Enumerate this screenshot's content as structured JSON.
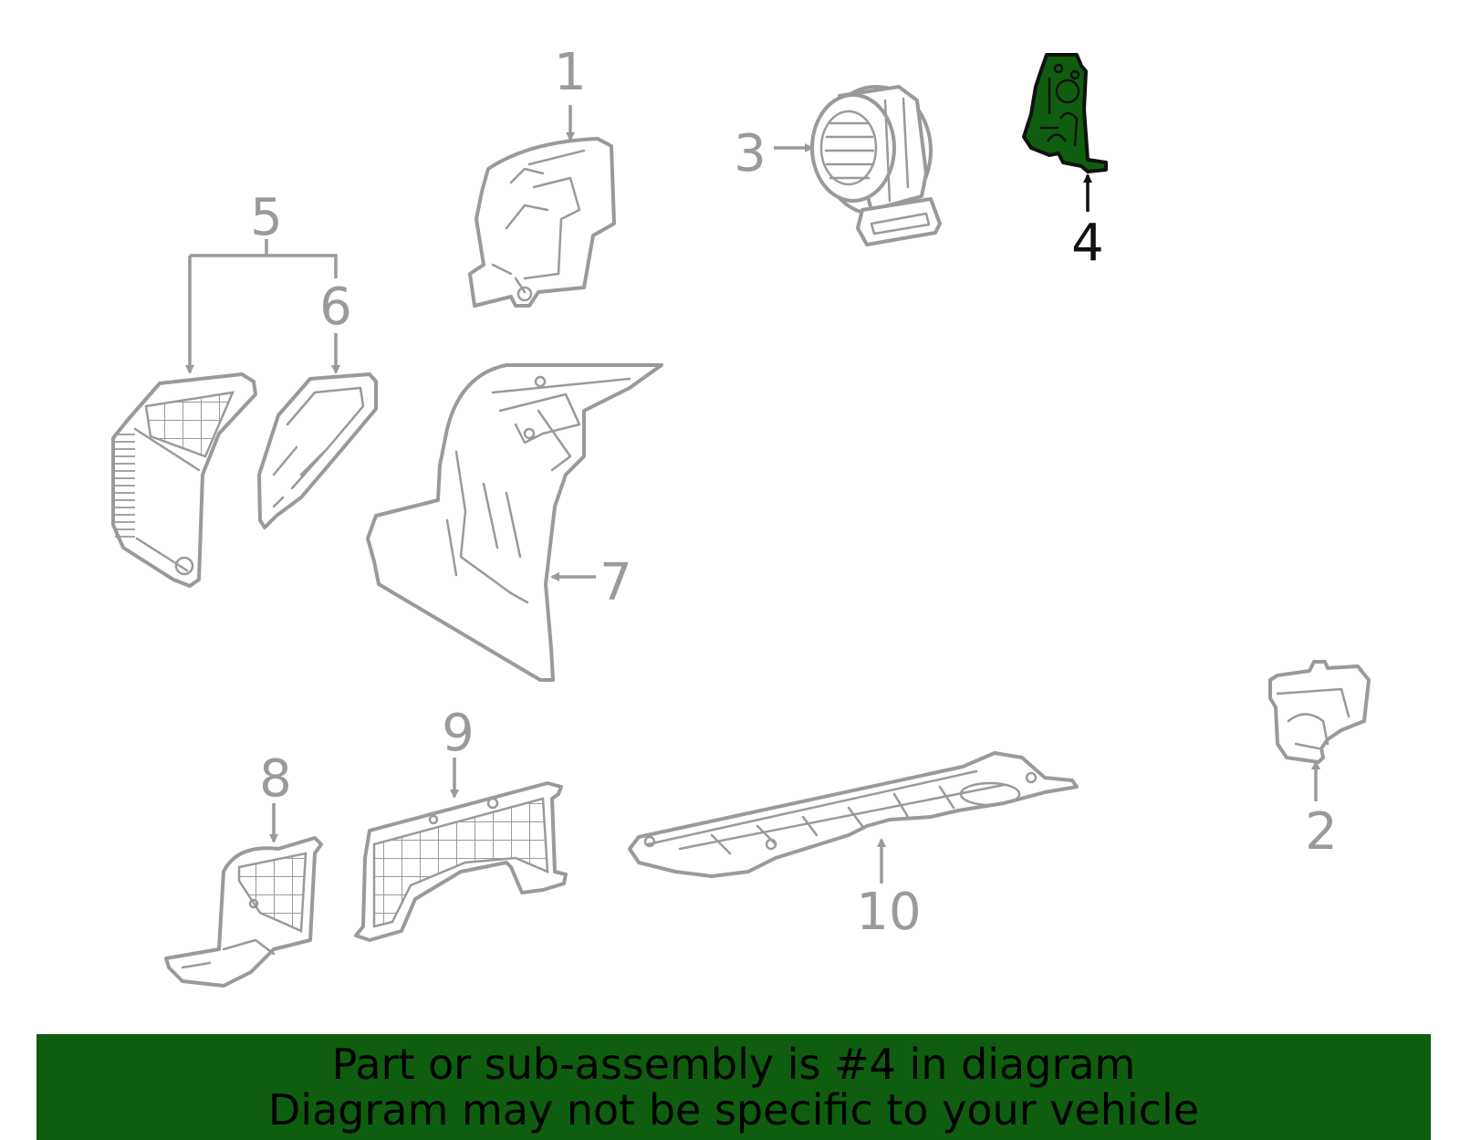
{
  "callouts": {
    "c1": "1",
    "c2": "2",
    "c3": "3",
    "c4": "4",
    "c5": "5",
    "c6": "6",
    "c7": "7",
    "c8": "8",
    "c9": "9",
    "c10": "10"
  },
  "highlighted_part": "4",
  "colors": {
    "highlight": "#0f5e0f",
    "line": "#9a9a9a",
    "banner": "#0f5e0f"
  },
  "banner": {
    "line1": "Part or sub-assembly is #4 in diagram",
    "line2": "Diagram may not be specific to your vehicle"
  }
}
